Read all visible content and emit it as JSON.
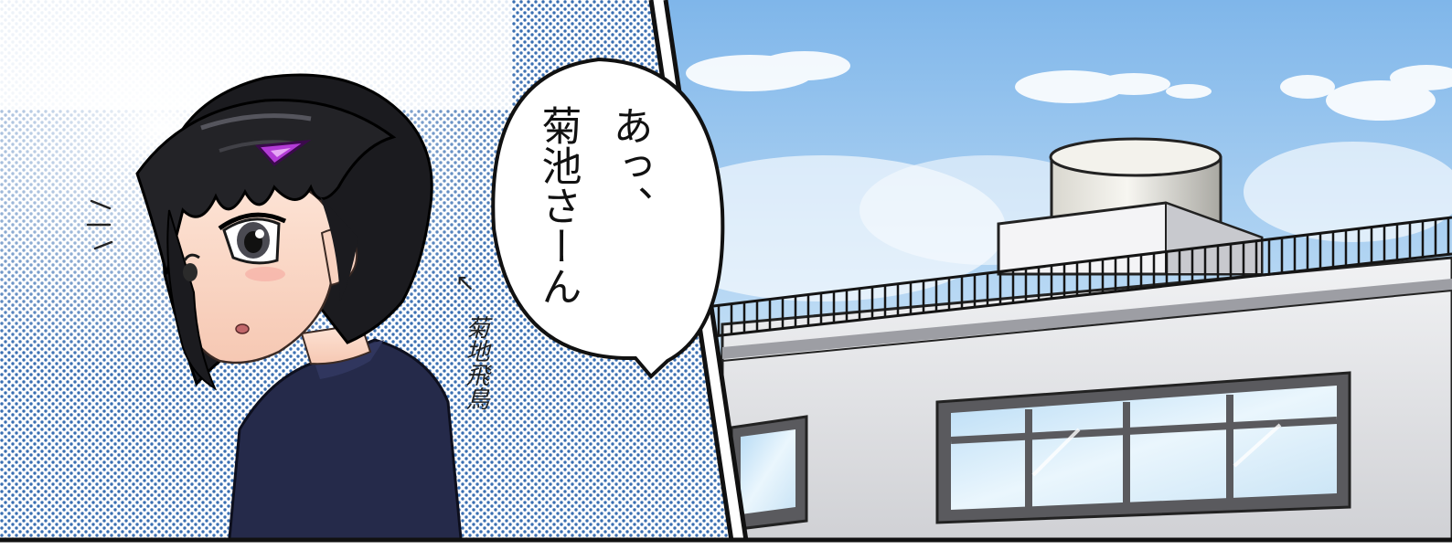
{
  "speech_bubble": {
    "line1": "あっ、",
    "line2": "菊池さーん"
  },
  "name_annotation": {
    "arrow": "↖",
    "text": "菊地飛鳥"
  },
  "colors": {
    "halftone_blue": "#3a6fb2",
    "sky_top": "#7fb6ea",
    "sky_bottom": "#d9ecfb",
    "hair": "#1b1b1f",
    "blazer": "#252a4a",
    "hairclip": "#b23bd6",
    "building": "#e4e5e8",
    "window_frame": "#5a5a5e",
    "window_glass": "#cfe6f7"
  }
}
